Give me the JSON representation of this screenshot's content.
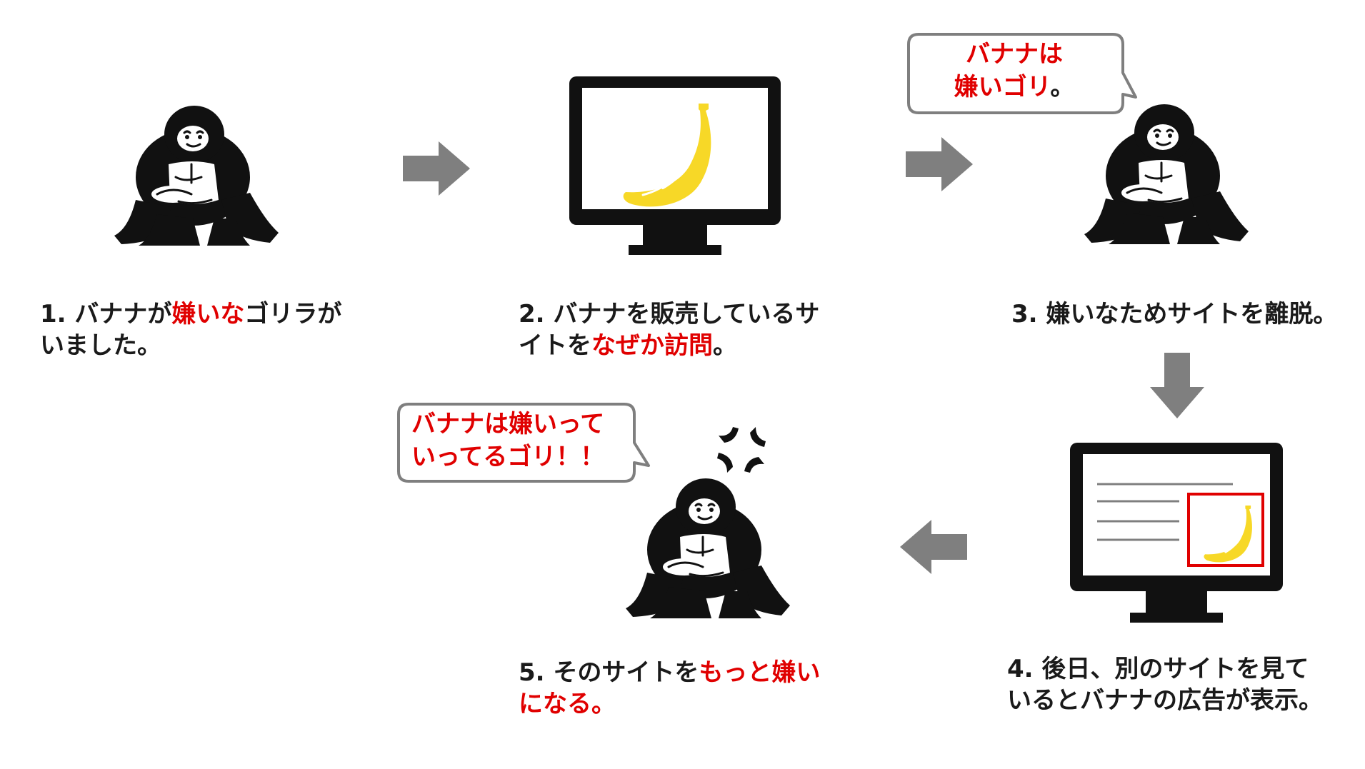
{
  "steps": [
    {
      "number": "1.",
      "lines": [
        [
          {
            "text": "バナナが",
            "red": false
          },
          {
            "text": "嫌いな",
            "red": true
          },
          {
            "text": "ゴリラが",
            "red": false
          }
        ],
        [
          {
            "text": "いました。",
            "red": false
          }
        ]
      ]
    },
    {
      "number": "2.",
      "lines": [
        [
          {
            "text": "バナナを販売しているサ",
            "red": false
          }
        ],
        [
          {
            "text": "イトを",
            "red": false
          },
          {
            "text": "なぜか訪問",
            "red": true
          },
          {
            "text": "。",
            "red": false
          }
        ]
      ]
    },
    {
      "number": "3.",
      "lines": [
        [
          {
            "text": "嫌いなためサイトを離脱。",
            "red": false
          }
        ]
      ]
    },
    {
      "number": "4.",
      "lines": [
        [
          {
            "text": "後日、別のサイトを見て",
            "red": false
          }
        ],
        [
          {
            "text": "いるとバナナの広告が表示。",
            "red": false
          }
        ]
      ]
    },
    {
      "number": "5.",
      "lines": [
        [
          {
            "text": "そのサイトを",
            "red": false
          },
          {
            "text": "もっと嫌い",
            "red": true
          }
        ],
        [
          {
            "text": "になる。",
            "red": true
          }
        ]
      ]
    }
  ],
  "bubbles": {
    "step3": {
      "line1": "バナナは",
      "line2_red": "嫌いゴリ",
      "line2_dark": "。"
    },
    "step5": {
      "line1": "バナナは嫌いって",
      "line2": "いってるゴリ！！"
    }
  },
  "icons": {
    "gorilla": "gorilla-icon",
    "monitor": "monitor-icon",
    "banana": "banana-icon",
    "arrow": "arrow-icon",
    "anger": "anger-mark-icon"
  },
  "colors": {
    "accent_red": "#e00000",
    "banana_yellow": "#f7d827",
    "arrow_gray": "#7f7f7f",
    "ink": "#111111"
  }
}
